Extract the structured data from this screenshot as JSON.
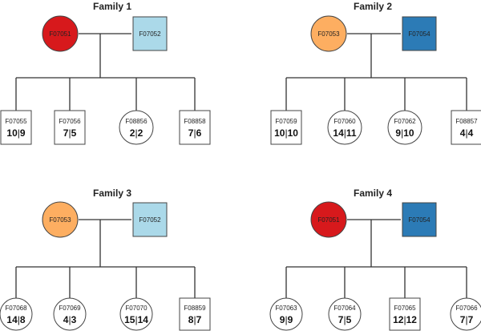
{
  "families": [
    {
      "title": "Family 1",
      "parents": [
        {
          "id": "F07051",
          "sex": "female",
          "color": "#d7191c"
        },
        {
          "id": "F07052",
          "sex": "male",
          "color": "#abd9e9"
        }
      ],
      "children": [
        {
          "id": "F07055",
          "sex": "male",
          "value": "10|9"
        },
        {
          "id": "F07056",
          "sex": "male",
          "value": "7|5"
        },
        {
          "id": "F08856",
          "sex": "female",
          "value": "2|2"
        },
        {
          "id": "F08858",
          "sex": "male",
          "value": "7|6"
        }
      ]
    },
    {
      "title": "Family 2",
      "parents": [
        {
          "id": "F07053",
          "sex": "female",
          "color": "#fdae61"
        },
        {
          "id": "F07054",
          "sex": "male",
          "color": "#2c7bb6"
        }
      ],
      "children": [
        {
          "id": "F07059",
          "sex": "male",
          "value": "10|10"
        },
        {
          "id": "F07060",
          "sex": "female",
          "value": "14|11"
        },
        {
          "id": "F07062",
          "sex": "female",
          "value": "9|10"
        },
        {
          "id": "F08857",
          "sex": "male",
          "value": "4|4"
        }
      ]
    },
    {
      "title": "Family 3",
      "parents": [
        {
          "id": "F07053",
          "sex": "female",
          "color": "#fdae61"
        },
        {
          "id": "F07052",
          "sex": "male",
          "color": "#abd9e9"
        }
      ],
      "children": [
        {
          "id": "F07068",
          "sex": "female",
          "value": "14|8"
        },
        {
          "id": "F07069",
          "sex": "female",
          "value": "4|3"
        },
        {
          "id": "F07070",
          "sex": "female",
          "value": "15|14"
        },
        {
          "id": "F08859",
          "sex": "male",
          "value": "8|7"
        }
      ]
    },
    {
      "title": "Family 4",
      "parents": [
        {
          "id": "F07051",
          "sex": "female",
          "color": "#d7191c"
        },
        {
          "id": "F07054",
          "sex": "male",
          "color": "#2c7bb6"
        }
      ],
      "children": [
        {
          "id": "F07063",
          "sex": "female",
          "value": "9|9"
        },
        {
          "id": "F07064",
          "sex": "female",
          "value": "7|5"
        },
        {
          "id": "F07065",
          "sex": "male",
          "value": "12|12"
        },
        {
          "id": "F07066",
          "sex": "female",
          "value": "7|7"
        }
      ]
    }
  ]
}
